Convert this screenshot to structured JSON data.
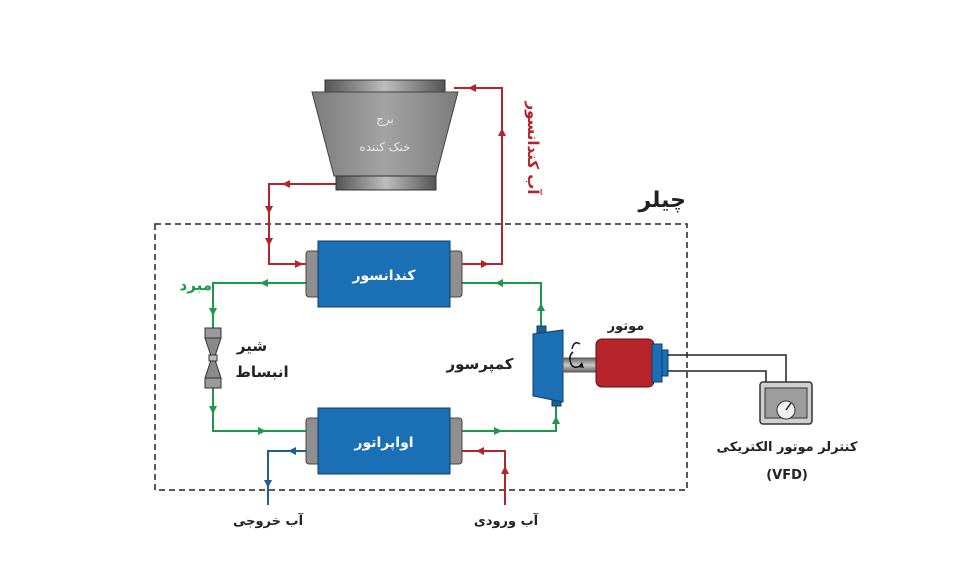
{
  "title": "چیلر",
  "cooling_tower": {
    "line1": "برج",
    "line2": "خنک کننده"
  },
  "condenser_water_label": "آب کندانسور",
  "refrigerant_label": "مبرد",
  "condenser_label": "کندانسور",
  "evaporator_label": "اواپراتور",
  "expansion_valve": {
    "line1": "شیر",
    "line2": "انبساط"
  },
  "compressor_label": "کمپرسور",
  "motor_label": "موتور",
  "vfd": {
    "line1": "کنترلر موتور الکتریکی",
    "line2": "(VFD)"
  },
  "water_out_label": "آب خروجی",
  "water_in_label": "آب ورودی",
  "colors": {
    "red_line": "#b1252c",
    "green_line": "#1a9a48",
    "blue_line": "#1f5f95",
    "heat_exchanger": "#1a6fb5",
    "motor": "#b8242b",
    "tower": "#8a8a8a",
    "dark": "#222222"
  }
}
